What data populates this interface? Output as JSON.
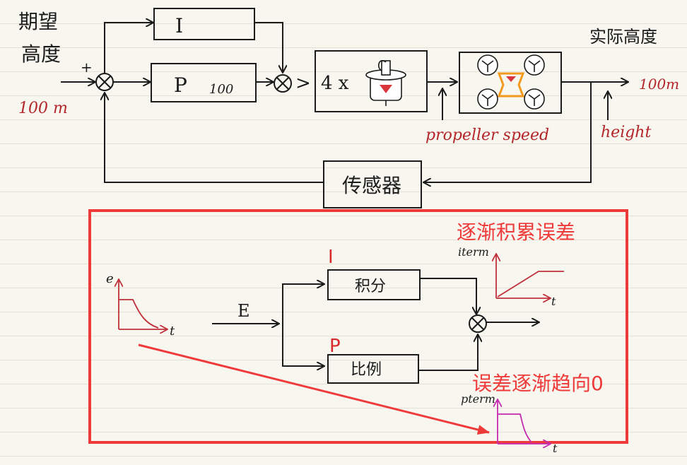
{
  "top": {
    "setpoint_label_1": "期望",
    "setpoint_label_2": "高度",
    "setpoint_value": "100 m",
    "plus_sign": "+",
    "i_block": "I",
    "p_block": "P",
    "p_gain": "100",
    "gt_sign": ">",
    "motor_multiplier": "4 x",
    "actual_label": "实际高度",
    "output_value": "100m",
    "propeller_label": "propeller speed",
    "height_label": "height",
    "sensor_block": "传感器"
  },
  "bottom": {
    "input_label": "E",
    "i_marker": "I",
    "p_marker": "P",
    "integral_block": "积分",
    "proportional_block": "比例",
    "note_accumulate": "逐渐积累误差",
    "note_error_to_zero": "误差逐渐趋向0",
    "e_plot": {
      "y_axis": "e",
      "x_axis": "t"
    },
    "iterm_plot": {
      "y_axis": "iterm",
      "x_axis": "t"
    },
    "pterm_plot": {
      "y_axis": "pterm",
      "x_axis": "t"
    }
  },
  "colors": {
    "ink": "#1b1b1b",
    "highlight_box": "#ef3a3a",
    "note_text": "#ef3a3a",
    "handwritten_red": "#b3262b",
    "plot_red": "#c0303a",
    "plot_magenta": "#c42bb0",
    "drone_frame": "#f29a1f"
  }
}
